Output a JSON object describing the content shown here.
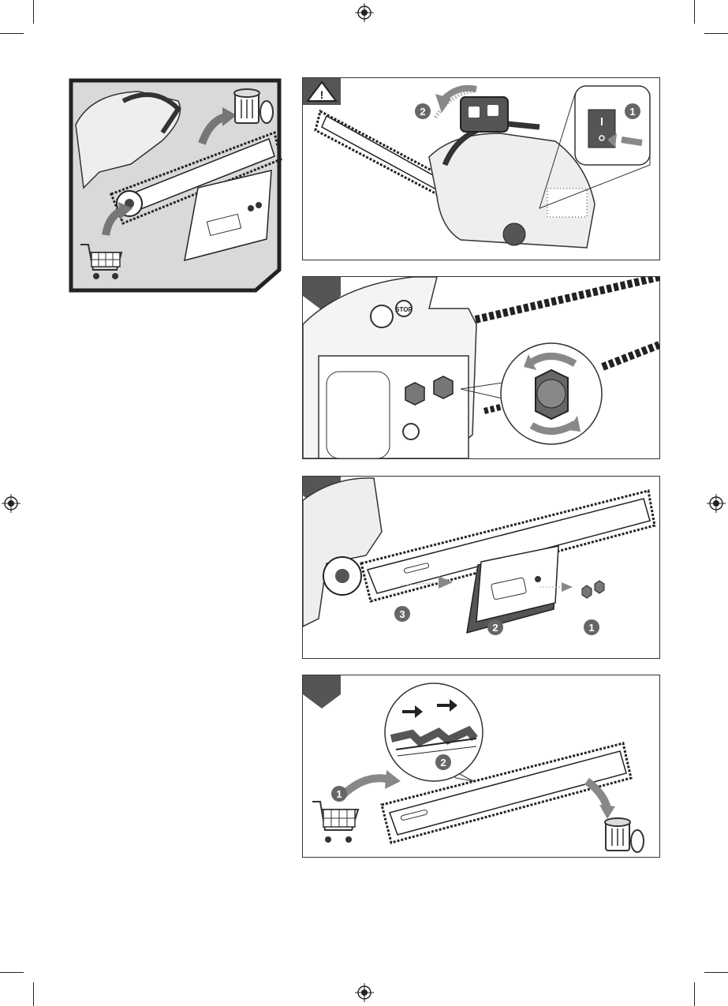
{
  "panels": {
    "overview": {
      "name": "overview-figure"
    },
    "step1": {
      "name": "switch-off-and-brake-figure",
      "callouts": [
        "1",
        "2"
      ]
    },
    "step2": {
      "name": "loosen-nuts-figure"
    },
    "step3": {
      "name": "remove-cover-and-bar-figure",
      "callouts": [
        "1",
        "2",
        "3"
      ]
    },
    "step4": {
      "name": "replace-chain-figure",
      "callouts": [
        "1",
        "2"
      ]
    }
  },
  "colors": {
    "badge": "#666666",
    "panel_bg": "#d9d9d9",
    "line": "#222222",
    "arrow": "#888888"
  }
}
